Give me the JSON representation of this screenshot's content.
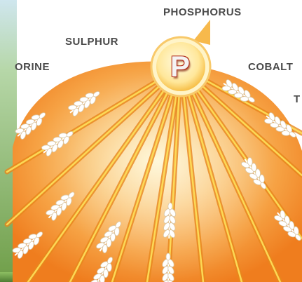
{
  "labels": {
    "phosphorus": "PHOSPHORUS",
    "sulphur": "SULPHUR",
    "chlorine": "ORINE",
    "cobalt": "COBALT",
    "t": "T"
  },
  "emblem": {
    "letter": "P"
  },
  "colors": {
    "sun_core": "#fff7c2",
    "sun_mid": "#f9b25a",
    "sun_edge": "#f07d1e",
    "ray": "#e8871c",
    "ray_highlight": "#ffe15a",
    "emblem_ring": "#fff0b0",
    "emblem_letter": "#c8341f",
    "label_text": "#4a4a4a",
    "sky": "#b9dbe8",
    "grass": "#5a8a3a"
  },
  "icons": [
    "wheat-grain-icon",
    "letter-p-emblem-icon"
  ]
}
